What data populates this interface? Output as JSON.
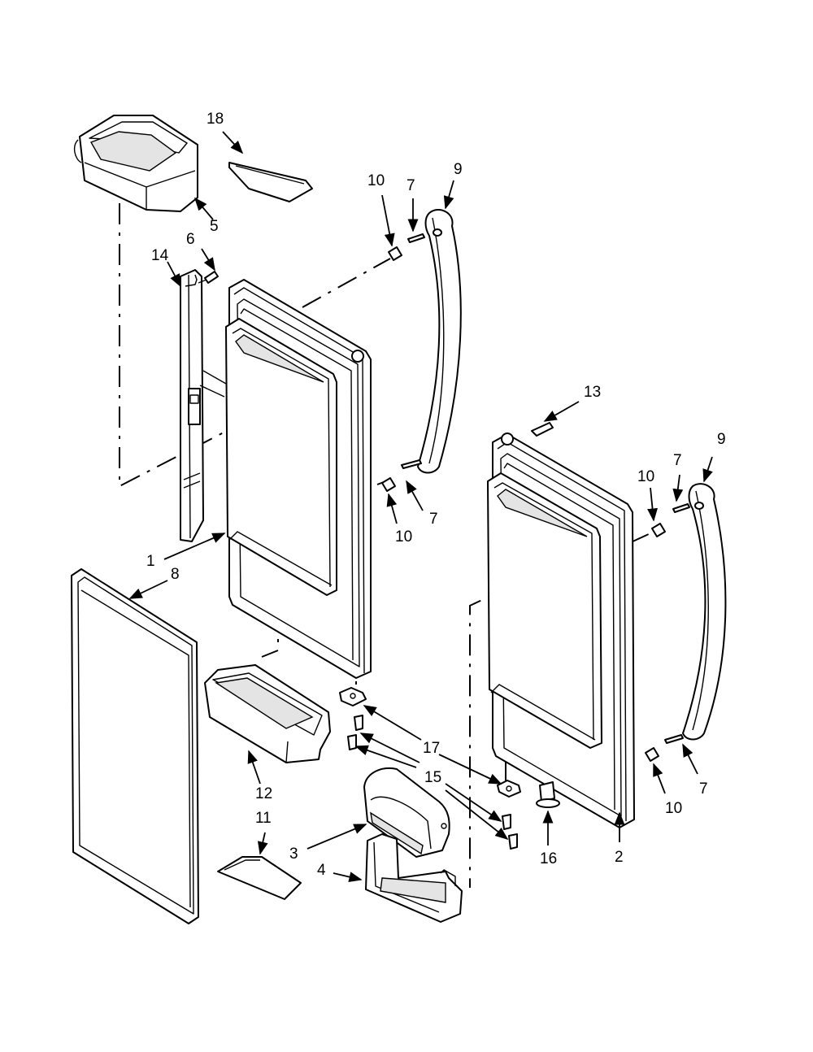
{
  "callouts": {
    "c1": "1",
    "c2": "2",
    "c3": "3",
    "c4": "4",
    "c5": "5",
    "c6": "6",
    "c7a": "7",
    "c7b": "7",
    "c7c": "7",
    "c7d": "7",
    "c8": "8",
    "c9a": "9",
    "c9b": "9",
    "c10a": "10",
    "c10b": "10",
    "c10c": "10",
    "c10d": "10",
    "c11": "11",
    "c12": "12",
    "c13": "13",
    "c14": "14",
    "c15": "15",
    "c16": "16",
    "c17": "17",
    "c18": "18"
  }
}
